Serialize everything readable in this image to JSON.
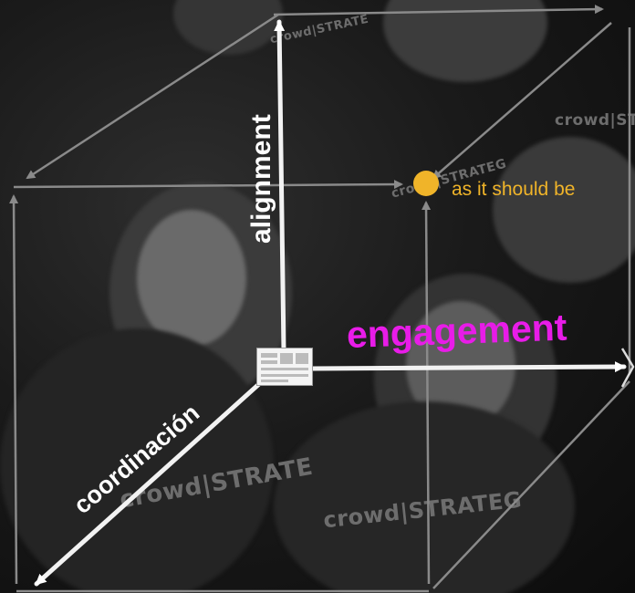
{
  "background": {
    "description_colors": {
      "base": "#1a1a1a"
    },
    "shirt_logos": [
      "crowd|ST",
      "crowd|STRATEG",
      "crowd|STRATE",
      "crowd|STRATEG",
      "crowd|STRATE"
    ]
  },
  "axes": {
    "alignment": {
      "label": "alignment",
      "color": "#ffffff"
    },
    "engagement": {
      "label": "engagement",
      "color": "#e81ce8"
    },
    "coordination": {
      "label": "coordinación",
      "color": "#ffffff"
    }
  },
  "target": {
    "label": "as it should be",
    "color": "#f0b429"
  },
  "origin": {
    "icon": "framework-document-icon"
  }
}
